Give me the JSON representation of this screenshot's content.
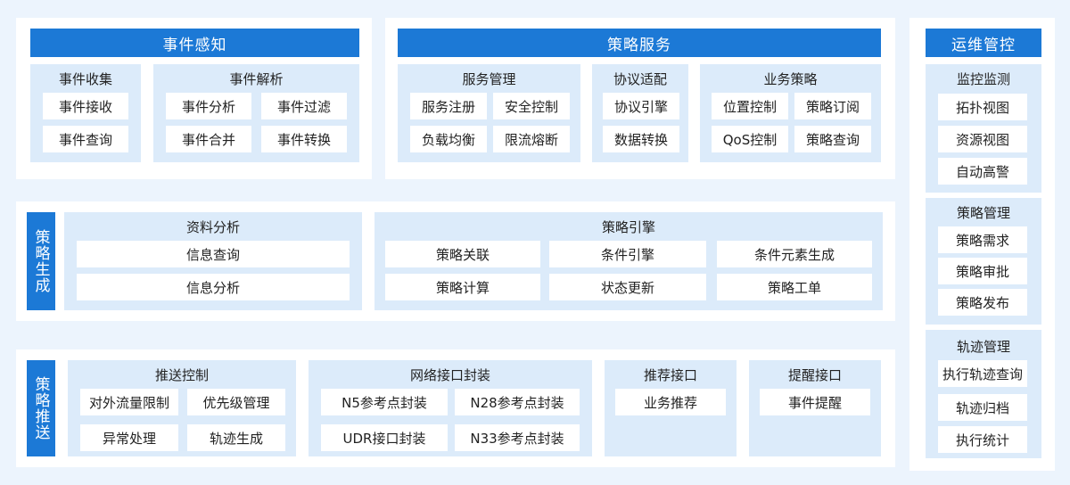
{
  "event_perception": {
    "title": "事件感知",
    "collect": {
      "title": "事件收集",
      "items": [
        "事件接收",
        "事件查询"
      ]
    },
    "parse": {
      "title": "事件解析",
      "items": [
        "事件分析",
        "事件过滤",
        "事件合并",
        "事件转换"
      ]
    }
  },
  "strategy_service": {
    "title": "策略服务",
    "service_mgmt": {
      "title": "服务管理",
      "items": [
        "服务注册",
        "安全控制",
        "负载均衡",
        "限流熔断"
      ]
    },
    "protocol": {
      "title": "协议适配",
      "items": [
        "协议引擎",
        "数据转换"
      ]
    },
    "business": {
      "title": "业务策略",
      "items": [
        "位置控制",
        "策略订阅",
        "QoS控制",
        "策略查询"
      ]
    }
  },
  "ops": {
    "title": "运维管控",
    "monitor": {
      "title": "监控监测",
      "items": [
        "拓扑视图",
        "资源视图",
        "自动高警"
      ]
    },
    "policy_mgmt": {
      "title": "策略管理",
      "items": [
        "策略需求",
        "策略审批",
        "策略发布"
      ]
    },
    "trace_mgmt": {
      "title": "轨迹管理",
      "items": [
        "执行轨迹查询",
        "轨迹归档",
        "执行统计"
      ]
    }
  },
  "strategy_gen": {
    "title": "策略生成",
    "data_analysis": {
      "title": "资料分析",
      "items": [
        "信息查询",
        "信息分析"
      ]
    },
    "engine": {
      "title": "策略引擎",
      "items": [
        "策略关联",
        "条件引擎",
        "条件元素生成",
        "策略计算",
        "状态更新",
        "策略工单"
      ]
    }
  },
  "strategy_push": {
    "title": "策略推送",
    "push_ctrl": {
      "title": "推送控制",
      "items": [
        "对外流量限制",
        "优先级管理",
        "异常处理",
        "轨迹生成"
      ]
    },
    "net_if": {
      "title": "网络接口封装",
      "items": [
        "N5参考点封装",
        "N28参考点封装",
        "UDR接口封装",
        "N33参考点封装"
      ]
    },
    "rec_if": {
      "title": "推荐接口",
      "items": [
        "业务推荐"
      ]
    },
    "remind_if": {
      "title": "提醒接口",
      "items": [
        "事件提醒"
      ]
    }
  }
}
